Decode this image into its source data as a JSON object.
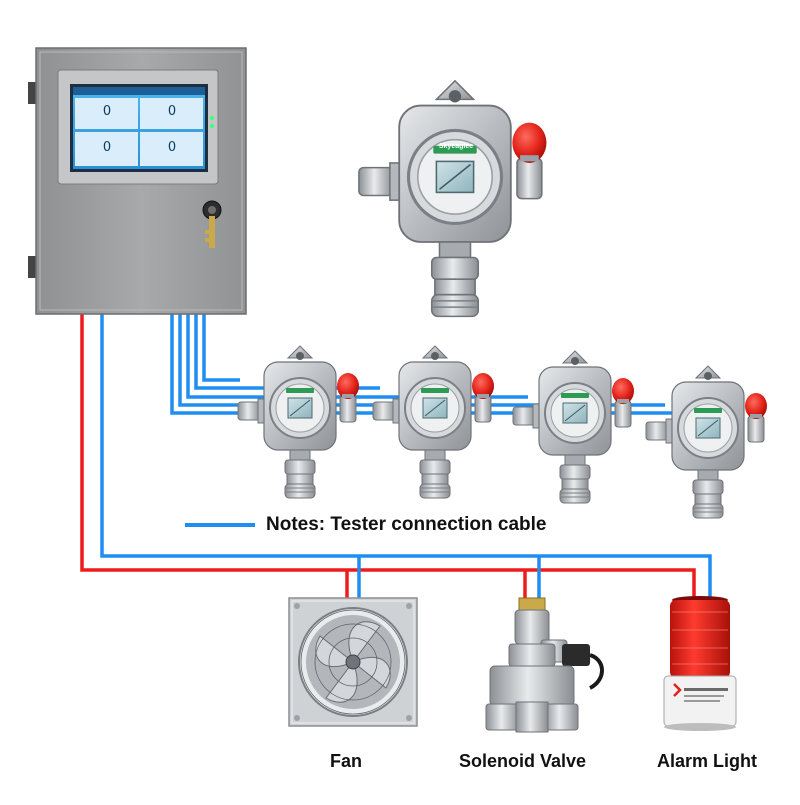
{
  "notes": {
    "text": "Notes: Tester connection cable"
  },
  "devices": [
    {
      "label": "Fan"
    },
    {
      "label": "Solenoid Valve"
    },
    {
      "label": "Alarm Light"
    }
  ],
  "controller": {
    "screen_values": [
      "0",
      "0",
      "0",
      "0"
    ]
  },
  "detector": {
    "brand": "Skyeaglee"
  },
  "colors": {
    "cable_blue": "#1e8ff0",
    "cable_red": "#ee1c1c",
    "cabinet": "#9a9c9e",
    "beacon_red": "#e2231a"
  }
}
